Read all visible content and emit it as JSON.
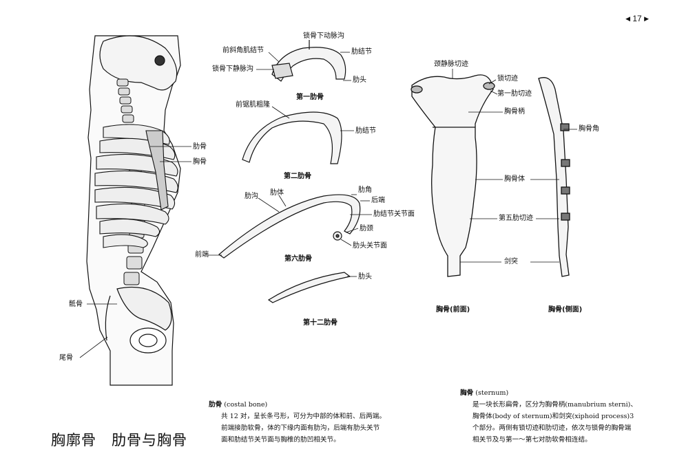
{
  "page_number": "17",
  "nav": {
    "prev_glyph": "◀",
    "next_glyph": "▶"
  },
  "title": "胸廓骨　肋骨与胸骨",
  "figure_labels": {
    "rib": "肋骨",
    "sternum": "胸骨",
    "sacrum": "骶骨",
    "coccyx": "尾骨",
    "first_rib": {
      "caption": "第一肋骨",
      "subclavian_artery_groove": "锁骨下动脉沟",
      "scalene_tubercle": "前斜角肌结节",
      "tubercle": "肋结节",
      "subclavian_vein_groove": "锁骨下静脉沟",
      "head": "肋头"
    },
    "second_rib": {
      "caption": "第二肋骨",
      "serratus_tuberosity": "前锯肌粗隆",
      "tubercle": "肋结节"
    },
    "sixth_rib": {
      "caption": "第六肋骨",
      "costal_groove": "肋沟",
      "body": "肋体",
      "angle": "肋角",
      "posterior_end": "后端",
      "tubercle_facet": "肋结节关节面",
      "neck": "肋颈",
      "head_facet": "肋头关节面",
      "anterior_end": "前端"
    },
    "twelfth_rib": {
      "caption": "第十二肋骨",
      "head": "肋头"
    },
    "sternum_front": {
      "caption": "胸骨(前面)",
      "jugular_notch": "颈静脉切迹",
      "clavicular_notch": "锁切迹",
      "first_costal_notch": "第一肋切迹",
      "manubrium": "胸骨柄",
      "sternal_angle": "胸骨角",
      "body": "胸骨体",
      "fifth_costal_notch": "第五肋切迹",
      "xiphoid": "剑突"
    },
    "sternum_side": {
      "caption": "胸骨(侧面)"
    }
  },
  "rib_text": {
    "heading": "肋骨",
    "heading_en": "(costal bone)",
    "lines": [
      "共 12 对，呈长条弓形，可分为中部的体和前、后两端。",
      "前端接肋软骨，体的下缘内面有肋沟，后端有肋头关节",
      "面和肋结节关节面与胸椎的肋凹相关节。"
    ]
  },
  "sternum_text": {
    "heading": "胸骨",
    "heading_en": "(sternum)",
    "lines": [
      "是一块长形扁骨，区分为胸骨柄(manubrium sterni)、",
      "胸骨体(body of sternum)和剑突(xiphoid process)3",
      "个部分。两侧有锁切迹和肋切迹，依次与锁骨的胸骨端",
      "相关节及与第一～第七对肋软骨相连结。"
    ]
  }
}
